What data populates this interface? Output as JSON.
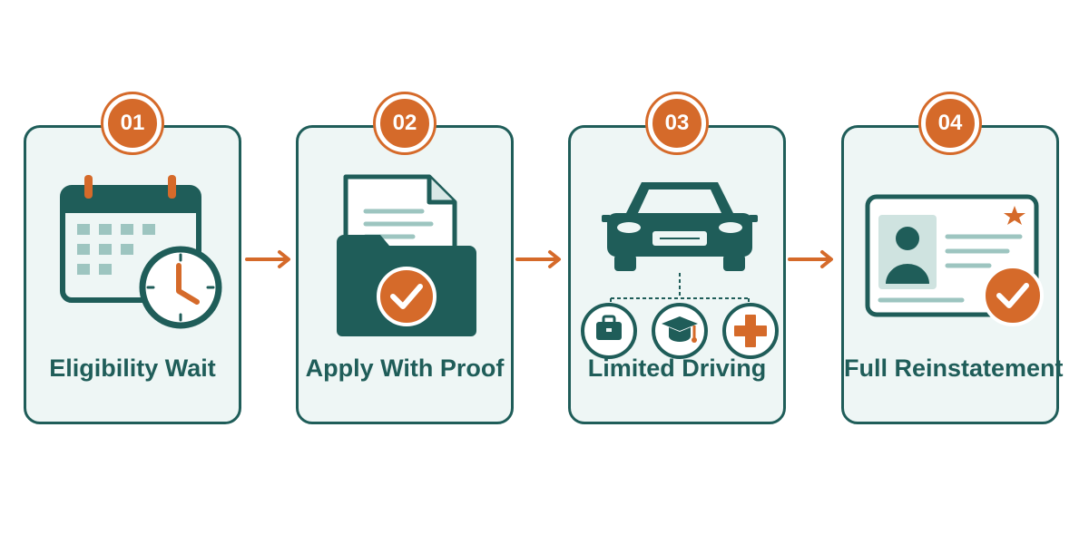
{
  "colors": {
    "primary": "#1f5d59",
    "accent": "#d56a2a",
    "light": "#eef6f5"
  },
  "steps": [
    {
      "number": "01",
      "label": "Eligibility Wait",
      "icon": "calendar-clock-icon"
    },
    {
      "number": "02",
      "label": "Apply With Proof",
      "icon": "folder-document-check-icon"
    },
    {
      "number": "03",
      "label": "Limited Driving",
      "icon": "car-icon"
    },
    {
      "number": "04",
      "label": "Full Reinstatement",
      "icon": "license-card-check-icon"
    }
  ],
  "limited_driving_uses": [
    "briefcase-icon",
    "graduation-cap-icon",
    "medical-cross-icon"
  ]
}
